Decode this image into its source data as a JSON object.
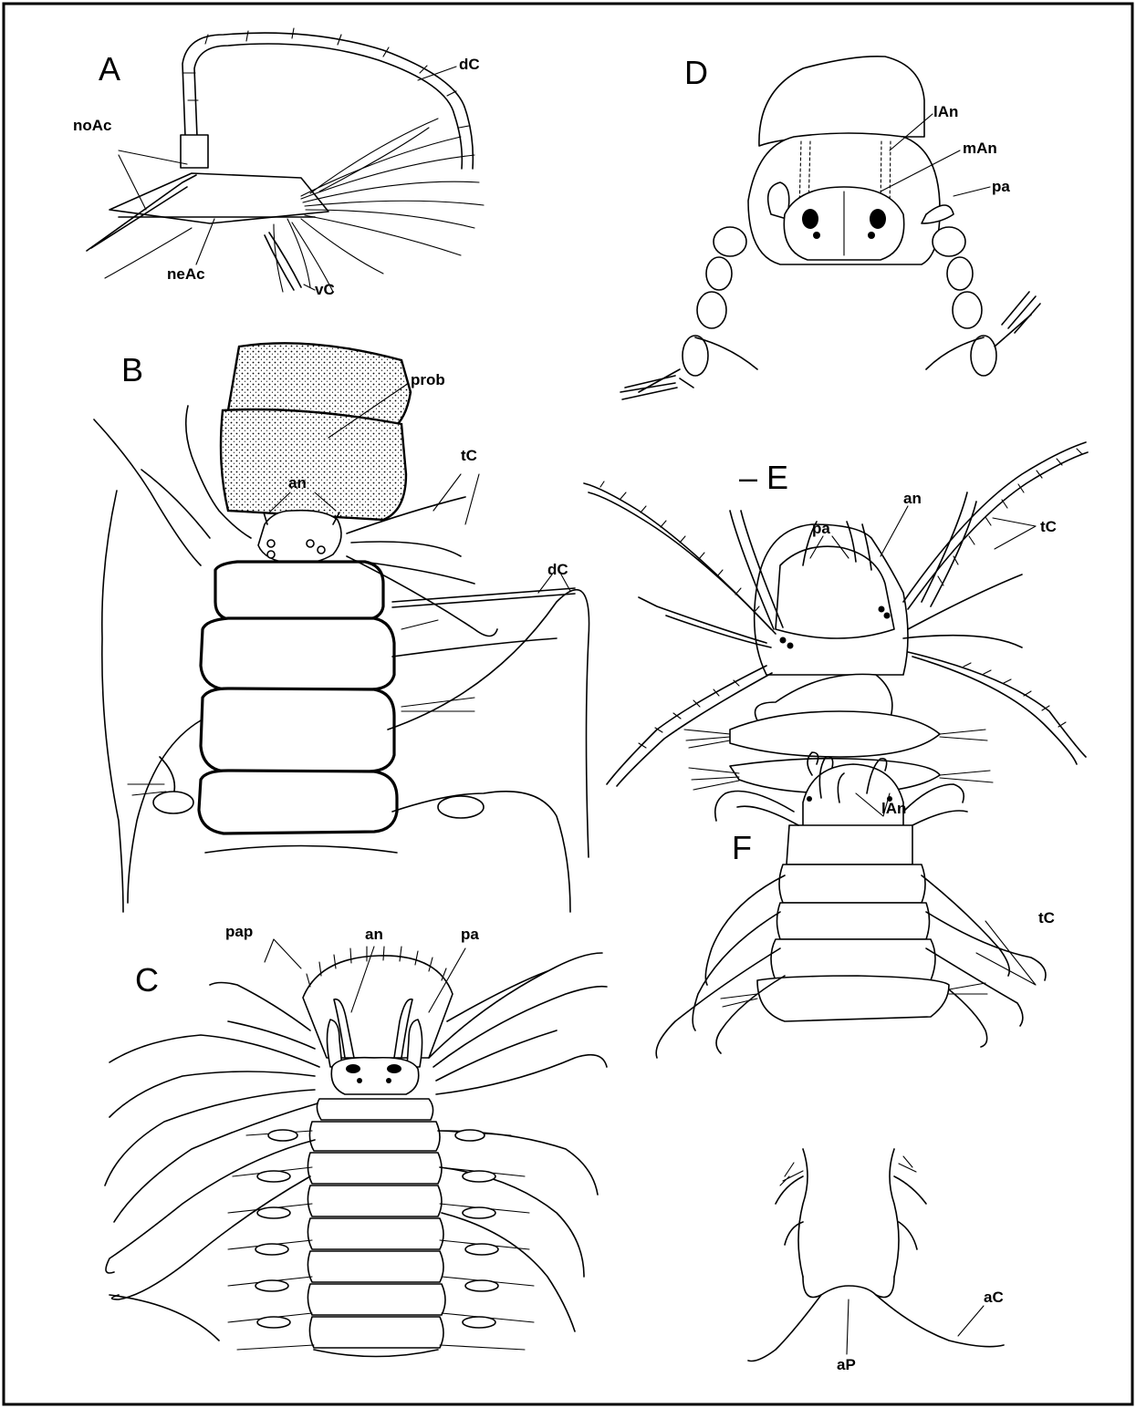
{
  "panels": {
    "a": "A",
    "b": "B",
    "c": "C",
    "d": "D",
    "e": "– E",
    "f": "F"
  },
  "labels": {
    "a_dc": "dC",
    "a_noac": "noAc",
    "a_neac": "neAc",
    "a_vc": "vC",
    "b_prob": "prob",
    "b_an": "an",
    "b_tc": "tC",
    "b_dc": "dC",
    "c_pap": "pap",
    "c_an": "an",
    "c_pa": "pa",
    "d_lan": "lAn",
    "d_man": "mAn",
    "d_pa": "pa",
    "e_pa": "pa",
    "e_an": "an",
    "e_tc": "tC",
    "f_lan": "lAn",
    "f_tc": "tC",
    "f_ac": "aC",
    "f_ap": "aP"
  },
  "colors": {
    "ink": "#000000",
    "paper": "#ffffff"
  }
}
